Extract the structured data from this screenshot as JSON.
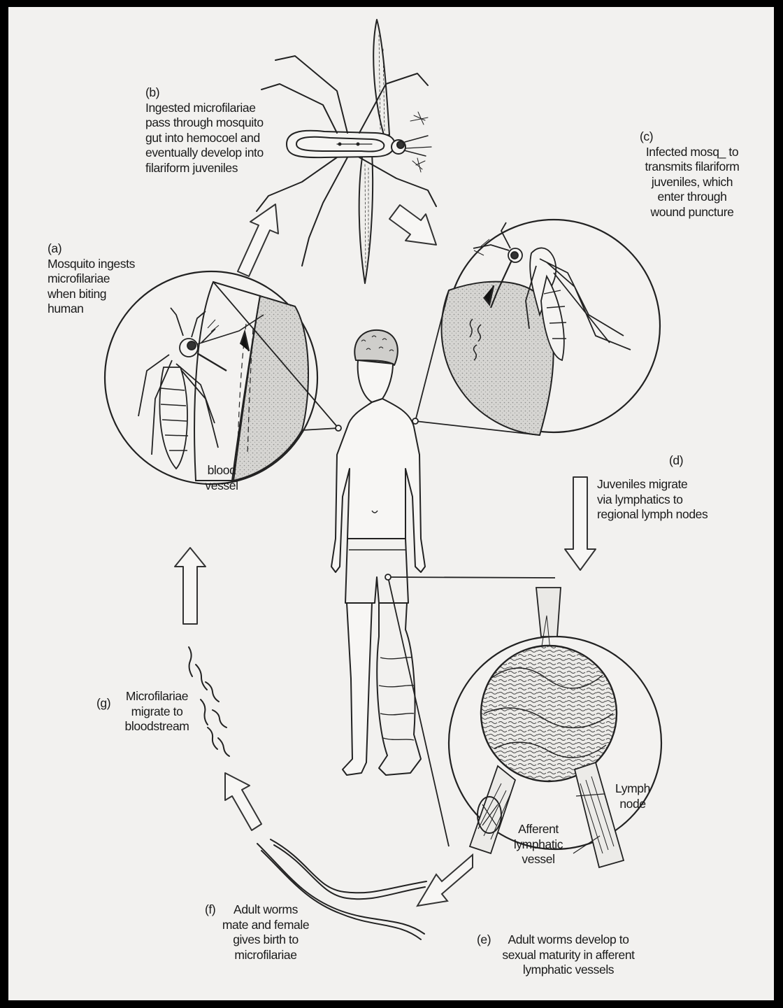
{
  "stages": {
    "a": {
      "tag": "(a)",
      "lines": [
        "Mosquito ingests",
        "microfilariae",
        "when biting",
        "human"
      ]
    },
    "b": {
      "tag": "(b)",
      "lines": [
        "Ingested microfilariae",
        "pass through mosquito",
        "gut into hemocoel and",
        "eventually develop into",
        "filariform juveniles"
      ]
    },
    "c": {
      "tag": "(c)",
      "lines": [
        "Infected mosq_ to",
        "transmits filariform",
        "juveniles, which",
        "enter through",
        "wound puncture"
      ]
    },
    "d": {
      "tag": "(d)",
      "lines": [
        "Juveniles migrate",
        "via lymphatics to",
        "regional lymph nodes"
      ]
    },
    "e": {
      "tag": "(e)",
      "lines": [
        "Adult worms develop to",
        "sexual maturity in afferent",
        "lymphatic vessels"
      ]
    },
    "f": {
      "tag": "(f)",
      "lines": [
        "Adult worms",
        "mate and female",
        "gives birth to",
        "microfilariae"
      ]
    },
    "g": {
      "tag": "(g)",
      "lines": [
        "Microfilariae",
        "migrate to",
        "bloodstream"
      ]
    }
  },
  "inset_labels": {
    "blood_vessel": [
      "blood",
      "vessel"
    ],
    "lymph_node": [
      "Lymph",
      "node"
    ],
    "afferent": [
      "Afferent",
      "lymphatic",
      "vessel"
    ]
  }
}
